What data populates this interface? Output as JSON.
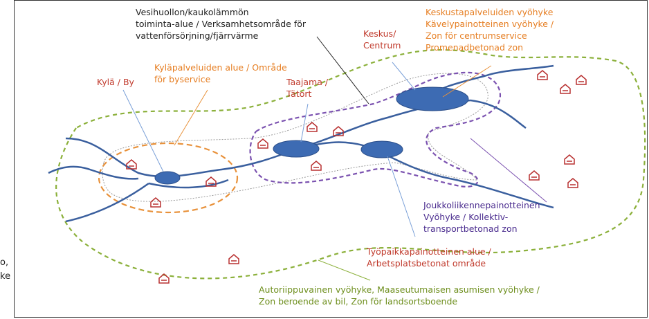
{
  "side_text": {
    "line1": "o,",
    "line2": "ke"
  },
  "labels": {
    "water": [
      "Vesihuollon/kaukolämmön",
      "toiminta-alue / Verksamhetsområde för",
      "vattenförsörjning/fjärrvärme"
    ],
    "center_zone": [
      "Keskustapalveluiden vyöhyke",
      "Kävelypainotteinen vyöhyke /",
      "Zon för centrumservice",
      "Promenadbetonad zon"
    ],
    "center": [
      "Keskus/",
      "Centrum"
    ],
    "village_area": [
      "Kyläpalveluiden alue / Område",
      "för byservice"
    ],
    "village": [
      "Kylä / By"
    ],
    "urban": [
      "Taajama /",
      "Tätort"
    ],
    "transit": [
      "Joukkoliikennepainotteinen",
      "Vyöhyke / Kollektiv-",
      "transportbetonad zon"
    ],
    "workplace": [
      "Työpaikkapainotteinen alue /",
      "Arbetsplatsbetonat område"
    ],
    "car_zone": [
      "Autoriippuvainen vyöhyke, Maaseutumaisen asumisen vyöhyke /",
      "Zon beroende av bil, Zon för landsortsboende"
    ]
  },
  "colors": {
    "road": "#3a5f9e",
    "node_fill": "#3d6bb3",
    "green_dash": "#8bb03a",
    "purple_dash": "#7b52b0",
    "orange_dash": "#e8913a",
    "house": "#b83030",
    "water_line": "#9a9a9a"
  },
  "icons": [
    "house-icon"
  ]
}
